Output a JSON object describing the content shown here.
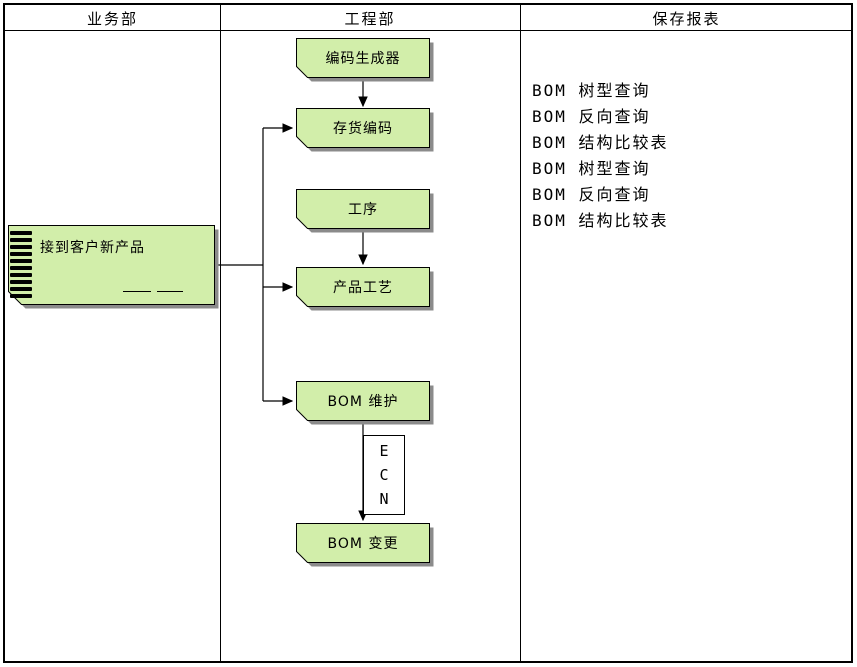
{
  "lanes": [
    {
      "label": "业务部"
    },
    {
      "label": "工程部"
    },
    {
      "label": "保存报表"
    }
  ],
  "nodes": {
    "receive": {
      "label": "接到客户新产品"
    },
    "generator": {
      "label": "编码生成器"
    },
    "inventory_code": {
      "label": "存货编码"
    },
    "operation": {
      "label": "工序"
    },
    "product_process": {
      "label": "产品工艺"
    },
    "bom_maintain": {
      "label": "BOM 维护"
    },
    "bom_change": {
      "label": "BOM 变更"
    }
  },
  "ecn": {
    "letters": [
      "E",
      "C",
      "N"
    ]
  },
  "reports": [
    "BOM 树型查询",
    "BOM 反向查询",
    "BOM 结构比较表",
    "BOM 树型查询",
    "BOM 反向查询",
    "BOM 结构比较表"
  ],
  "colors": {
    "node_fill": "#d2eeaa",
    "node_border": "#000000",
    "shadow": "#8b8b8b",
    "line": "#000000",
    "background": "#ffffff"
  }
}
